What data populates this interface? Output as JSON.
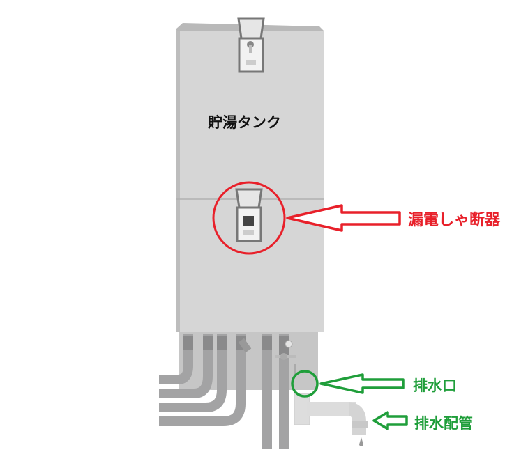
{
  "labels": {
    "tank": "貯湯タンク",
    "breaker": "漏電しゃ断器",
    "drain_outlet": "排水口",
    "drain_pipe": "排水配管"
  },
  "colors": {
    "breaker_highlight": "#e8202a",
    "drain_highlight": "#1f9e3a",
    "tank_body": "#d6d6d6"
  }
}
